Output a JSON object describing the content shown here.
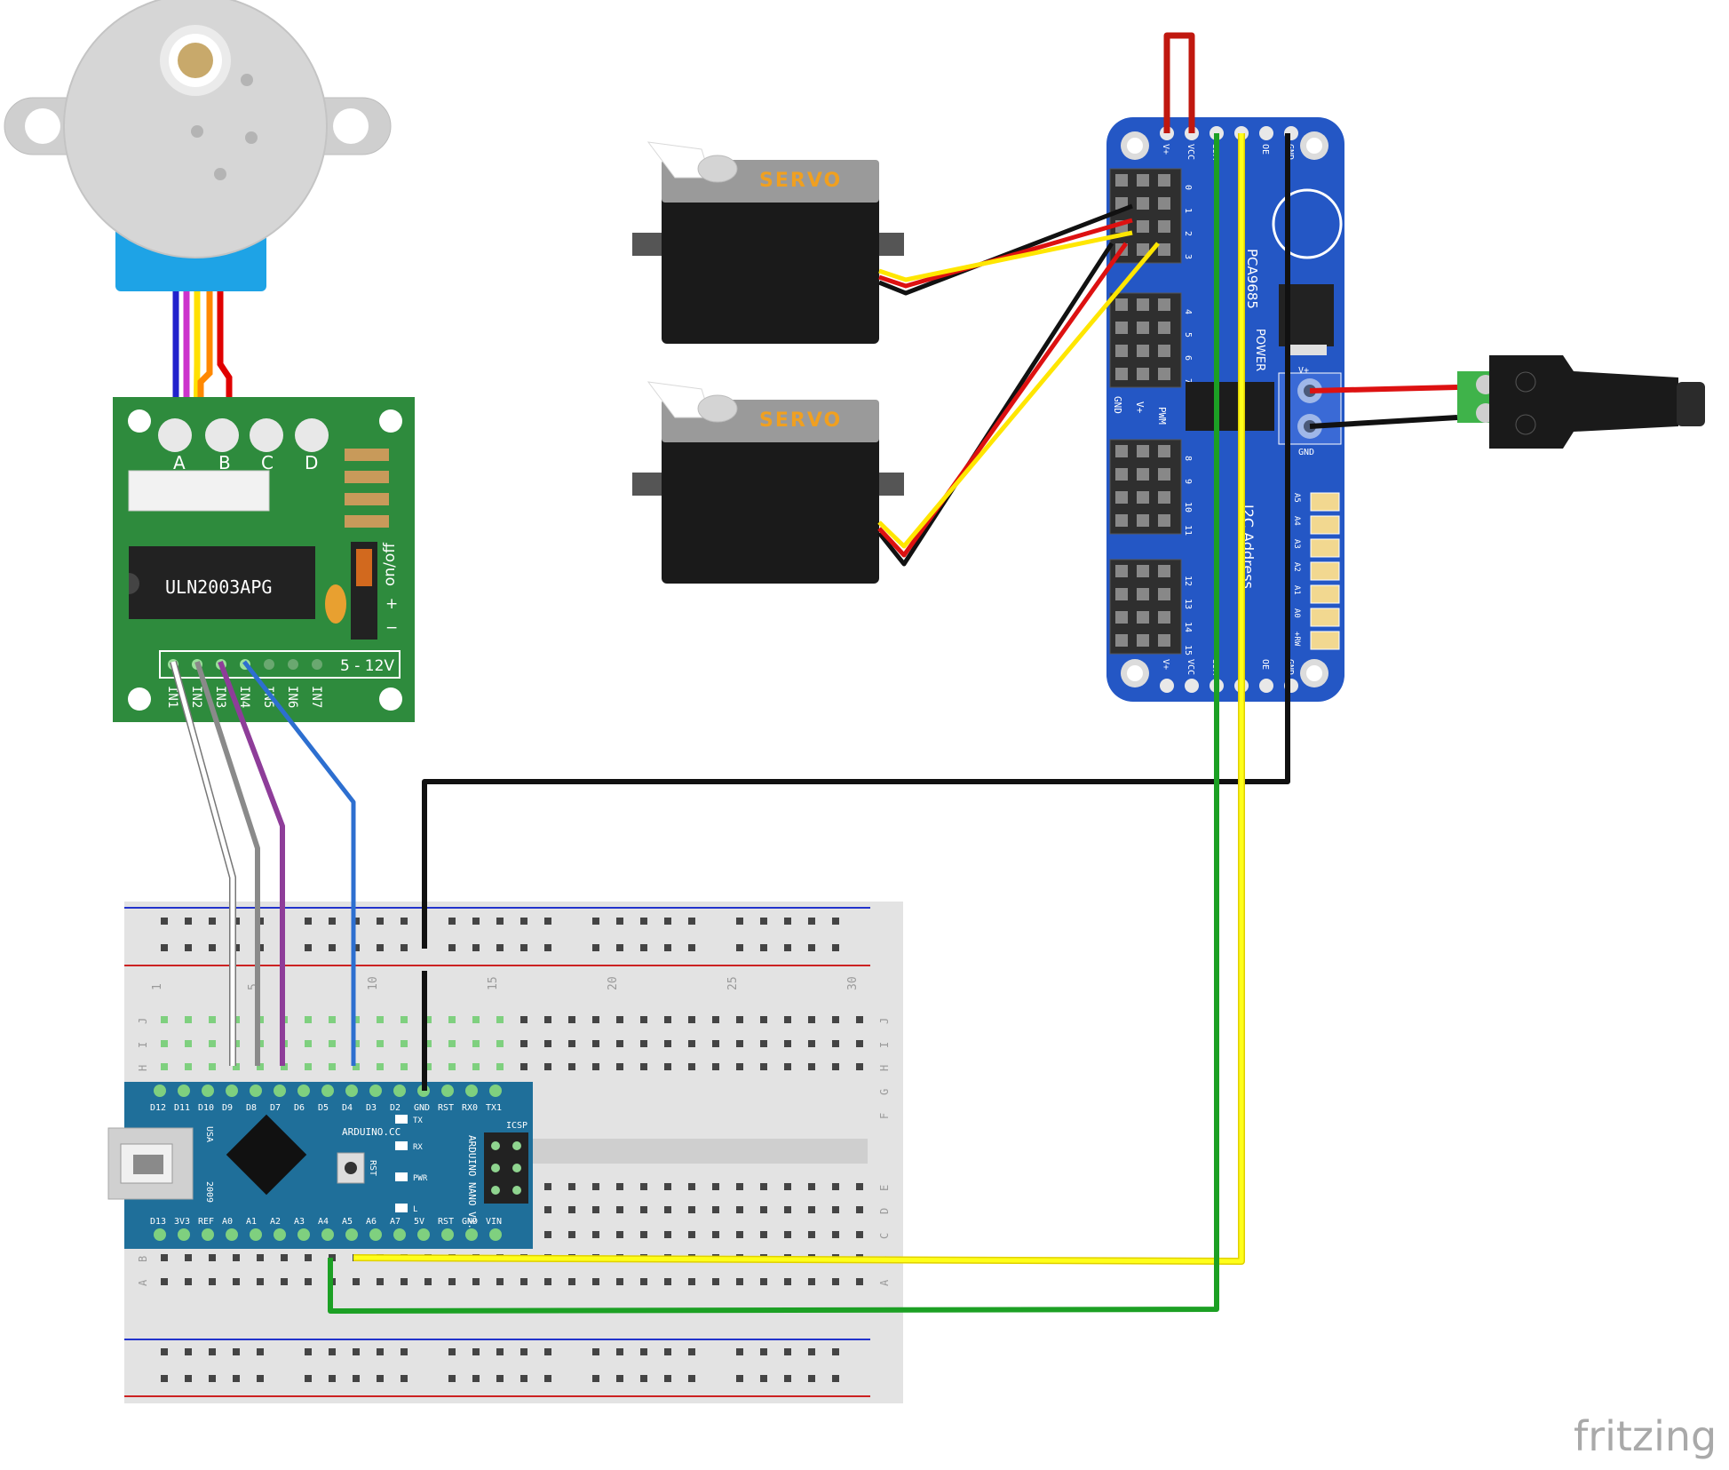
{
  "driver": {
    "chip_label": "ULN2003APG",
    "led_labels": [
      "A",
      "B",
      "C",
      "D"
    ],
    "input_labels": [
      "IN1",
      "IN2",
      "IN3",
      "IN4",
      "IN5",
      "IN6",
      "IN7"
    ],
    "voltage_label": "5 - 12V",
    "switch_labels": [
      "on/off",
      "+",
      "−"
    ]
  },
  "servos": [
    {
      "label": "SERVO"
    },
    {
      "label": "SERVO"
    }
  ],
  "pca": {
    "chip_label": "PCA9685",
    "power_label": "POWER",
    "i2c_label": "I2C Address",
    "top_pins": [
      "V+",
      "VCC",
      "SDA",
      "SCL",
      "OE",
      "GND"
    ],
    "bottom_pins": [
      "V+",
      "VCC",
      "SDA",
      "SCL",
      "OE",
      "GND"
    ],
    "terminal_labels": [
      "V+",
      "GND"
    ],
    "channel_numbers": [
      "0",
      "1",
      "2",
      "3",
      "4",
      "5",
      "6",
      "7",
      "8",
      "9",
      "10",
      "11",
      "12",
      "13",
      "14",
      "15"
    ],
    "side_labels": [
      "GND",
      "V+",
      "PWM"
    ],
    "address_labels": [
      "A5",
      "A4",
      "A3",
      "A2",
      "A1",
      "A0",
      "+RW"
    ]
  },
  "breadboard": {
    "column_numbers": [
      "1",
      "5",
      "10",
      "15",
      "20",
      "25",
      "30"
    ],
    "row_letters_top": [
      "J",
      "I",
      "H",
      "G",
      "F"
    ],
    "row_letters_bottom": [
      "E",
      "D",
      "C",
      "B",
      "A"
    ]
  },
  "nano": {
    "top_pins": [
      "D12",
      "D11",
      "D10",
      "D9",
      "D8",
      "D7",
      "D6",
      "D5",
      "D4",
      "D3",
      "D2",
      "GND",
      "RST",
      "RX0",
      "TX1"
    ],
    "bottom_pins": [
      "D13",
      "3V3",
      "REF",
      "A0",
      "A1",
      "A2",
      "A3",
      "A4",
      "A5",
      "A6",
      "A7",
      "5V",
      "RST",
      "GND",
      "VIN"
    ],
    "brand": "ARDUINO.CC",
    "model": "ARDUINO NANO V3.0",
    "icsp": "ICSP",
    "usb": "USA",
    "year": "2009",
    "rst": "RST",
    "led_labels": [
      "TX",
      "RX",
      "PWR",
      "L"
    ]
  },
  "watermark": "fritzing",
  "colors": {
    "pca_board": "#2457c5",
    "driver_board": "#2e8b3d",
    "nano_board": "#1f6f9a",
    "breadboard": "#e3e3e3",
    "servo_label": "#f0a020"
  }
}
